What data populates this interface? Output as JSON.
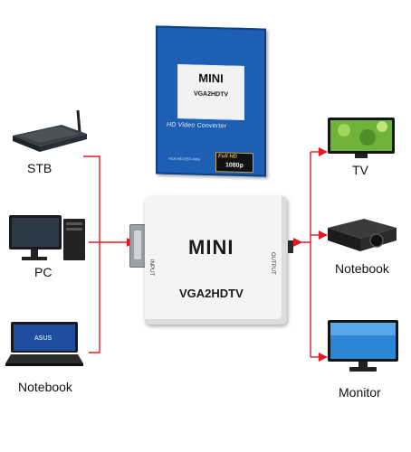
{
  "inputs": [
    {
      "label": "STB"
    },
    {
      "label": "PC"
    },
    {
      "label": "Notebook"
    }
  ],
  "outputs": [
    {
      "label": "TV"
    },
    {
      "label": "Notebook"
    },
    {
      "label": "Monitor"
    }
  ],
  "converter": {
    "brand": "MINI",
    "model": "VGA2HDTV",
    "input_port_label": "INPUT",
    "output_port_label": "OUTPUT"
  },
  "package": {
    "brand": "MINI",
    "model": "VGA2HDTV",
    "title": "HD Video Converter",
    "badge_top": "Full HD",
    "badge_bottom": "1080p",
    "fine_print": "VGA-HD-DEP-MINI"
  },
  "colors": {
    "wire": "#e21b23",
    "package_blue": "#1d5fb4",
    "converter_white": "#f4f4f4"
  }
}
